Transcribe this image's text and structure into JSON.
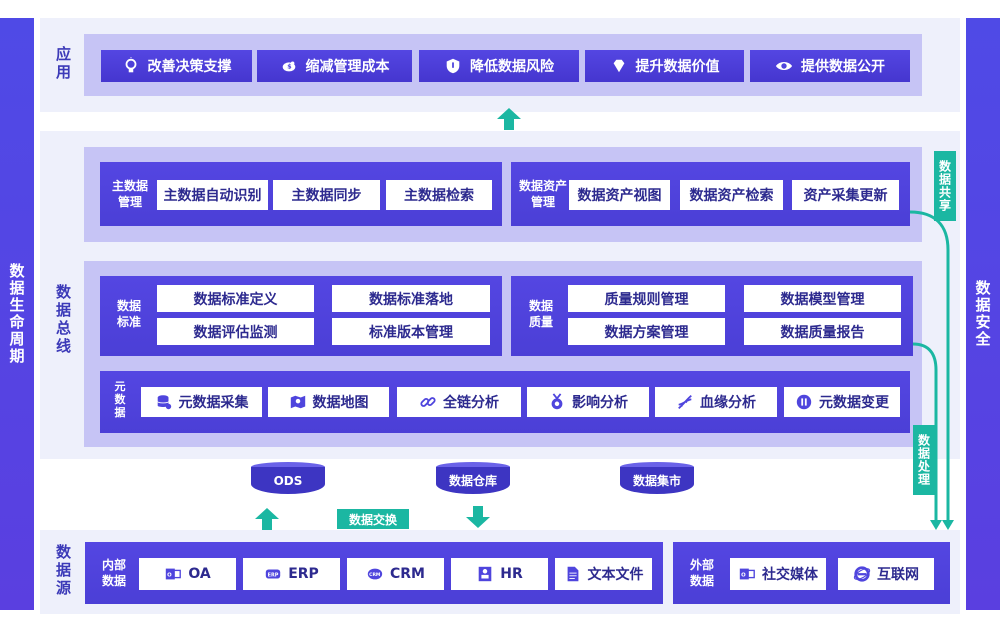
{
  "lifecycle": "数据生命周期",
  "security": "数据安全",
  "app": {
    "label": "应用",
    "items": [
      "改善决策支撑",
      "缩减管理成本",
      "降低数据风险",
      "提升数据价值",
      "提供数据公开"
    ]
  },
  "bus": {
    "label": "数据总线",
    "master": {
      "title": "主数据管理",
      "items": [
        "主数据自动识别",
        "主数据同步",
        "主数据检索"
      ]
    },
    "asset": {
      "title": "数据资产管理",
      "items": [
        "数据资产视图",
        "数据资产检索",
        "资产采集更新"
      ]
    },
    "standard": {
      "title": "数据标准",
      "items": [
        "数据标准定义",
        "数据标准落地",
        "数据评估监测",
        "标准版本管理"
      ]
    },
    "quality": {
      "title": "数据质量",
      "items": [
        "质量规则管理",
        "数据模型管理",
        "数据方案管理",
        "数据质量报告"
      ]
    },
    "meta": {
      "title": "元数据",
      "items": [
        "元数据采集",
        "数据地图",
        "全链分析",
        "影响分析",
        "血缘分析",
        "元数据变更"
      ]
    },
    "stores": [
      "ODS",
      "数据仓库",
      "数据集市"
    ]
  },
  "share_tag": "数据共享",
  "process_tag": "数据处理",
  "exchange_tag": "数据交换",
  "source": {
    "label": "数据源",
    "internal": {
      "title": "内部数据",
      "items": [
        "OA",
        "ERP",
        "CRM",
        "HR",
        "文本文件"
      ]
    },
    "external": {
      "title": "外部数据",
      "items": [
        "社交媒体",
        "互联网"
      ]
    }
  },
  "icon_names": [
    "bulb-icon",
    "piggy-bank-icon",
    "shield-icon",
    "diamond-icon",
    "eye-icon",
    "database-icon",
    "map-icon",
    "link-icon",
    "medal-icon",
    "dna-icon",
    "pause-icon",
    "outlook-icon",
    "erp-icon",
    "crm-icon",
    "hr-icon",
    "document-icon",
    "ie-icon"
  ]
}
